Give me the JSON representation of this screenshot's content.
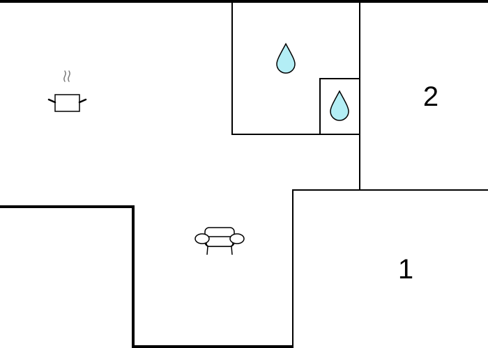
{
  "floorplan": {
    "rooms": [
      {
        "id": "kitchen",
        "icon": "cooking-pot-icon"
      },
      {
        "id": "bathroom",
        "icon": "water-drop-icon"
      },
      {
        "id": "toilet",
        "icon": "water-drop-icon"
      },
      {
        "id": "bedroom-2",
        "label": "2"
      },
      {
        "id": "living-room",
        "icon": "armchair-icon"
      },
      {
        "id": "bedroom-1",
        "label": "1"
      }
    ]
  },
  "colors": {
    "wall": "#000000",
    "water": "#b3eef5",
    "background": "#ffffff"
  }
}
